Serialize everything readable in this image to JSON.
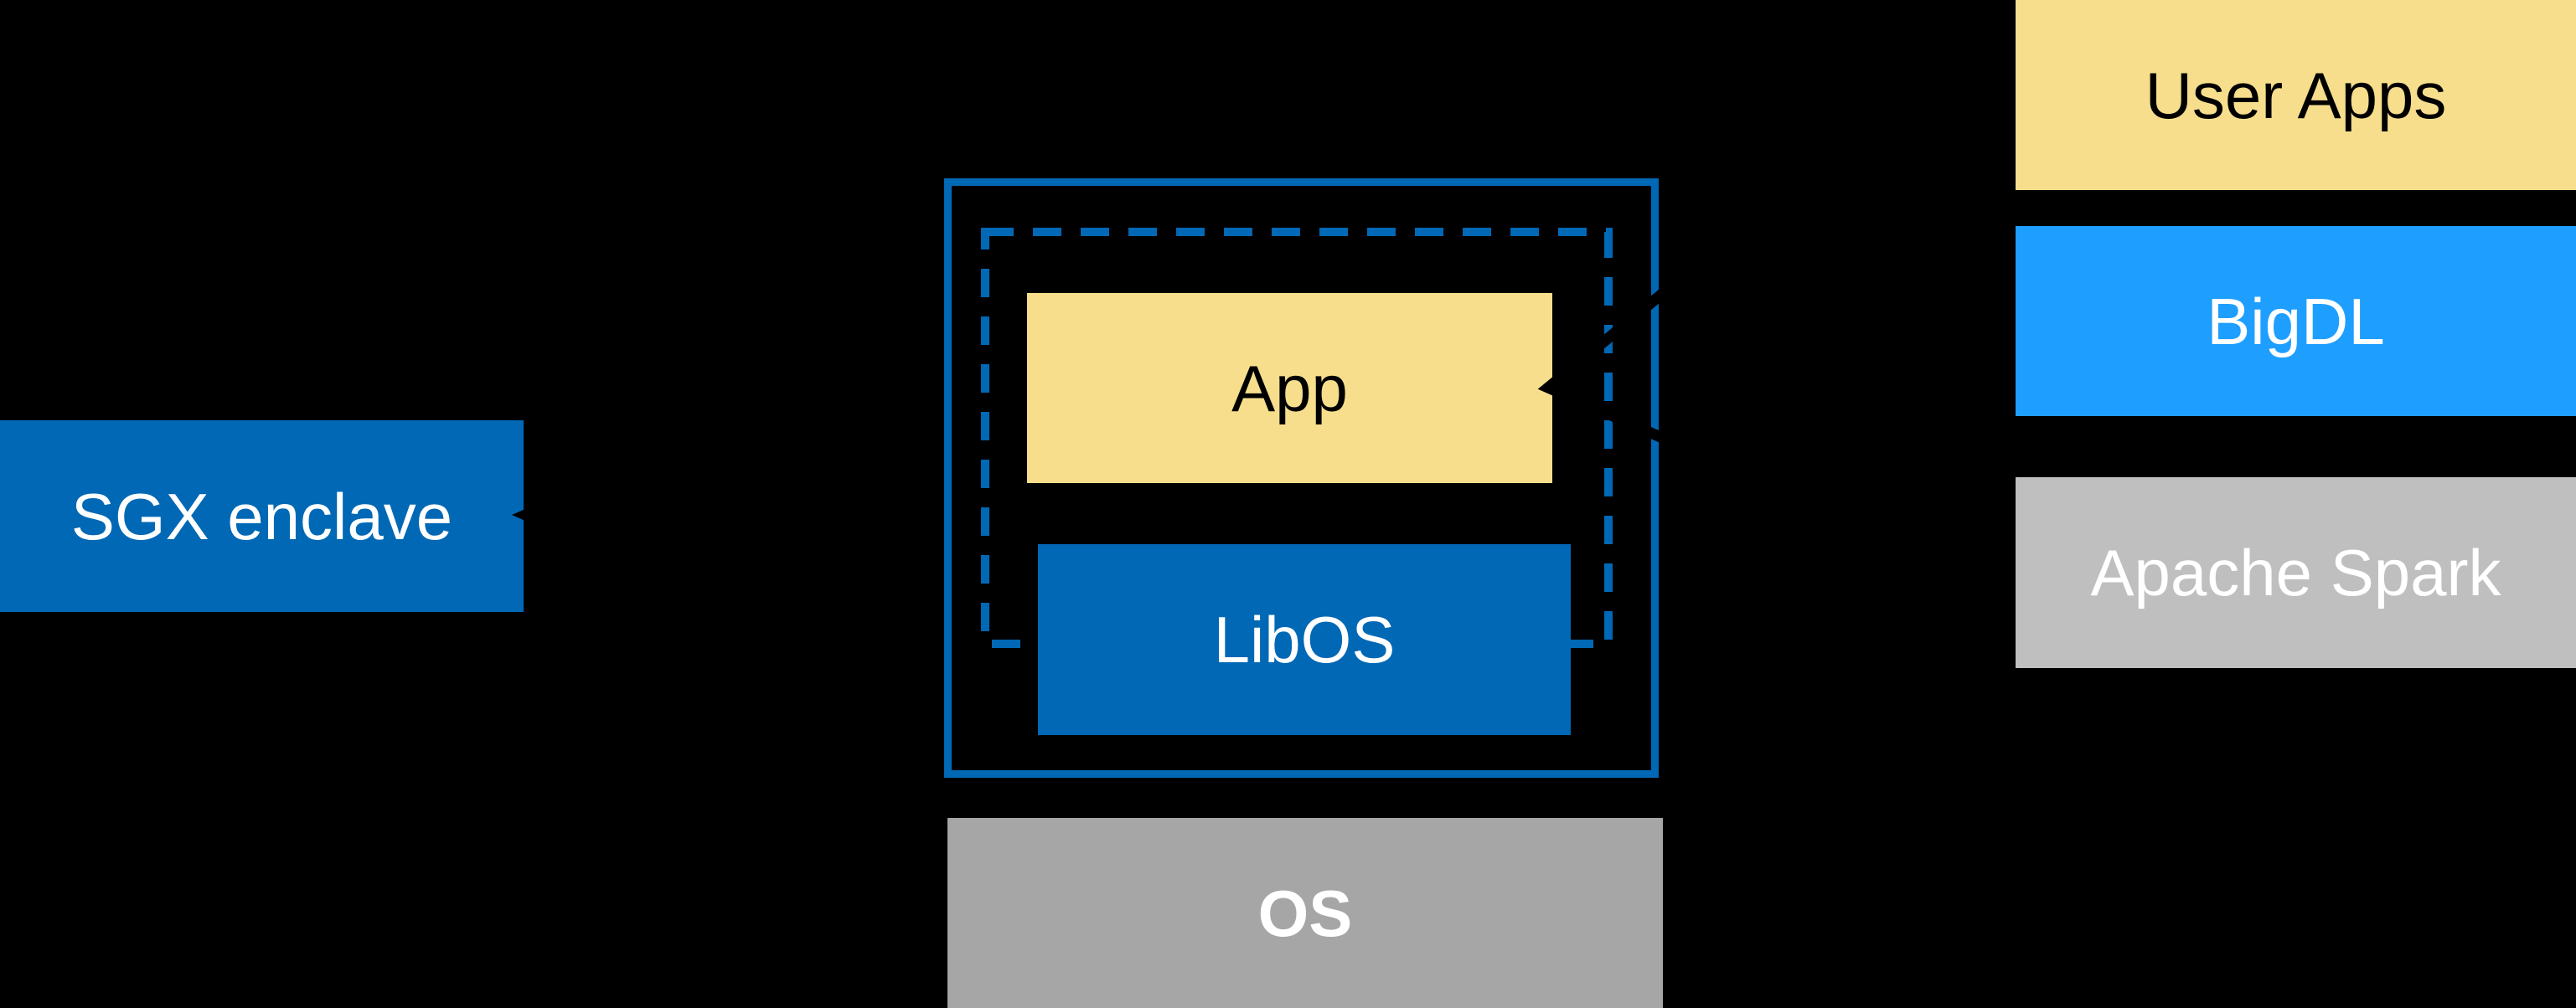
{
  "canvas": {
    "background": "#000000"
  },
  "colors": {
    "enclave_border": "#0068B5",
    "dashed_border": "#0068B5",
    "arrow": "#000000"
  },
  "nodes": {
    "sgx_enclave": {
      "label": "SGX enclave",
      "color": "#0068B5",
      "text_color": "#FFFFFF"
    },
    "app": {
      "label": "App",
      "color": "#F6DE8D",
      "text_color": "#000000"
    },
    "libos": {
      "label": "LibOS",
      "color": "#0068B5",
      "text_color": "#FFFFFF"
    },
    "os": {
      "label": "OS",
      "color": "#A6A6A6",
      "text_color": "#FFFFFF"
    },
    "user_apps": {
      "label": "User Apps",
      "color": "#F6DE8D",
      "text_color": "#000000"
    },
    "bigdl": {
      "label": "BigDL",
      "color": "#1E9FFF",
      "text_color": "#FFFFFF"
    },
    "apache_spark": {
      "label": "Apache Spark",
      "color": "#BFBFBF",
      "text_color": "#FFFFFF"
    }
  }
}
